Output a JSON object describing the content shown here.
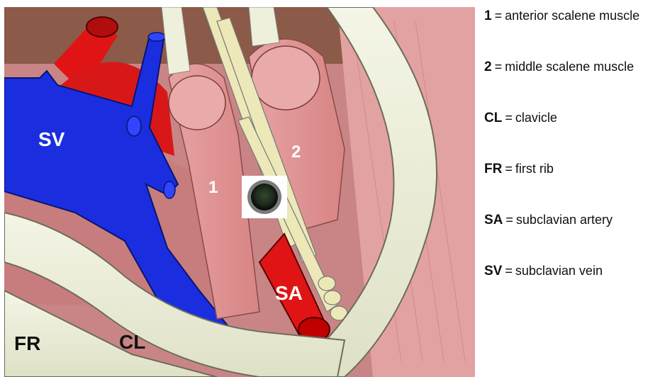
{
  "figure": {
    "labels": {
      "sv": "SV",
      "one": "1",
      "two": "2",
      "sa": "SA",
      "fr": "FR",
      "cl": "CL"
    },
    "colors": {
      "vein": "#1a2ee0",
      "artery": "#e01414",
      "muscle": "#e8a0a0",
      "bone": "#eef0dc",
      "nerve": "#ece8b8",
      "background": "#d98c8c"
    },
    "icons": [
      "record-button-icon"
    ]
  },
  "legend": {
    "separator": "=",
    "items": [
      {
        "key": "1",
        "text": "anterior scalene muscle"
      },
      {
        "key": "2",
        "text": "middle scalene muscle"
      },
      {
        "key": "CL",
        "text": "clavicle"
      },
      {
        "key": "FR",
        "text": "first rib"
      },
      {
        "key": "SA",
        "text": "subclavian artery"
      },
      {
        "key": "SV",
        "text": "subclavian vein"
      }
    ]
  }
}
